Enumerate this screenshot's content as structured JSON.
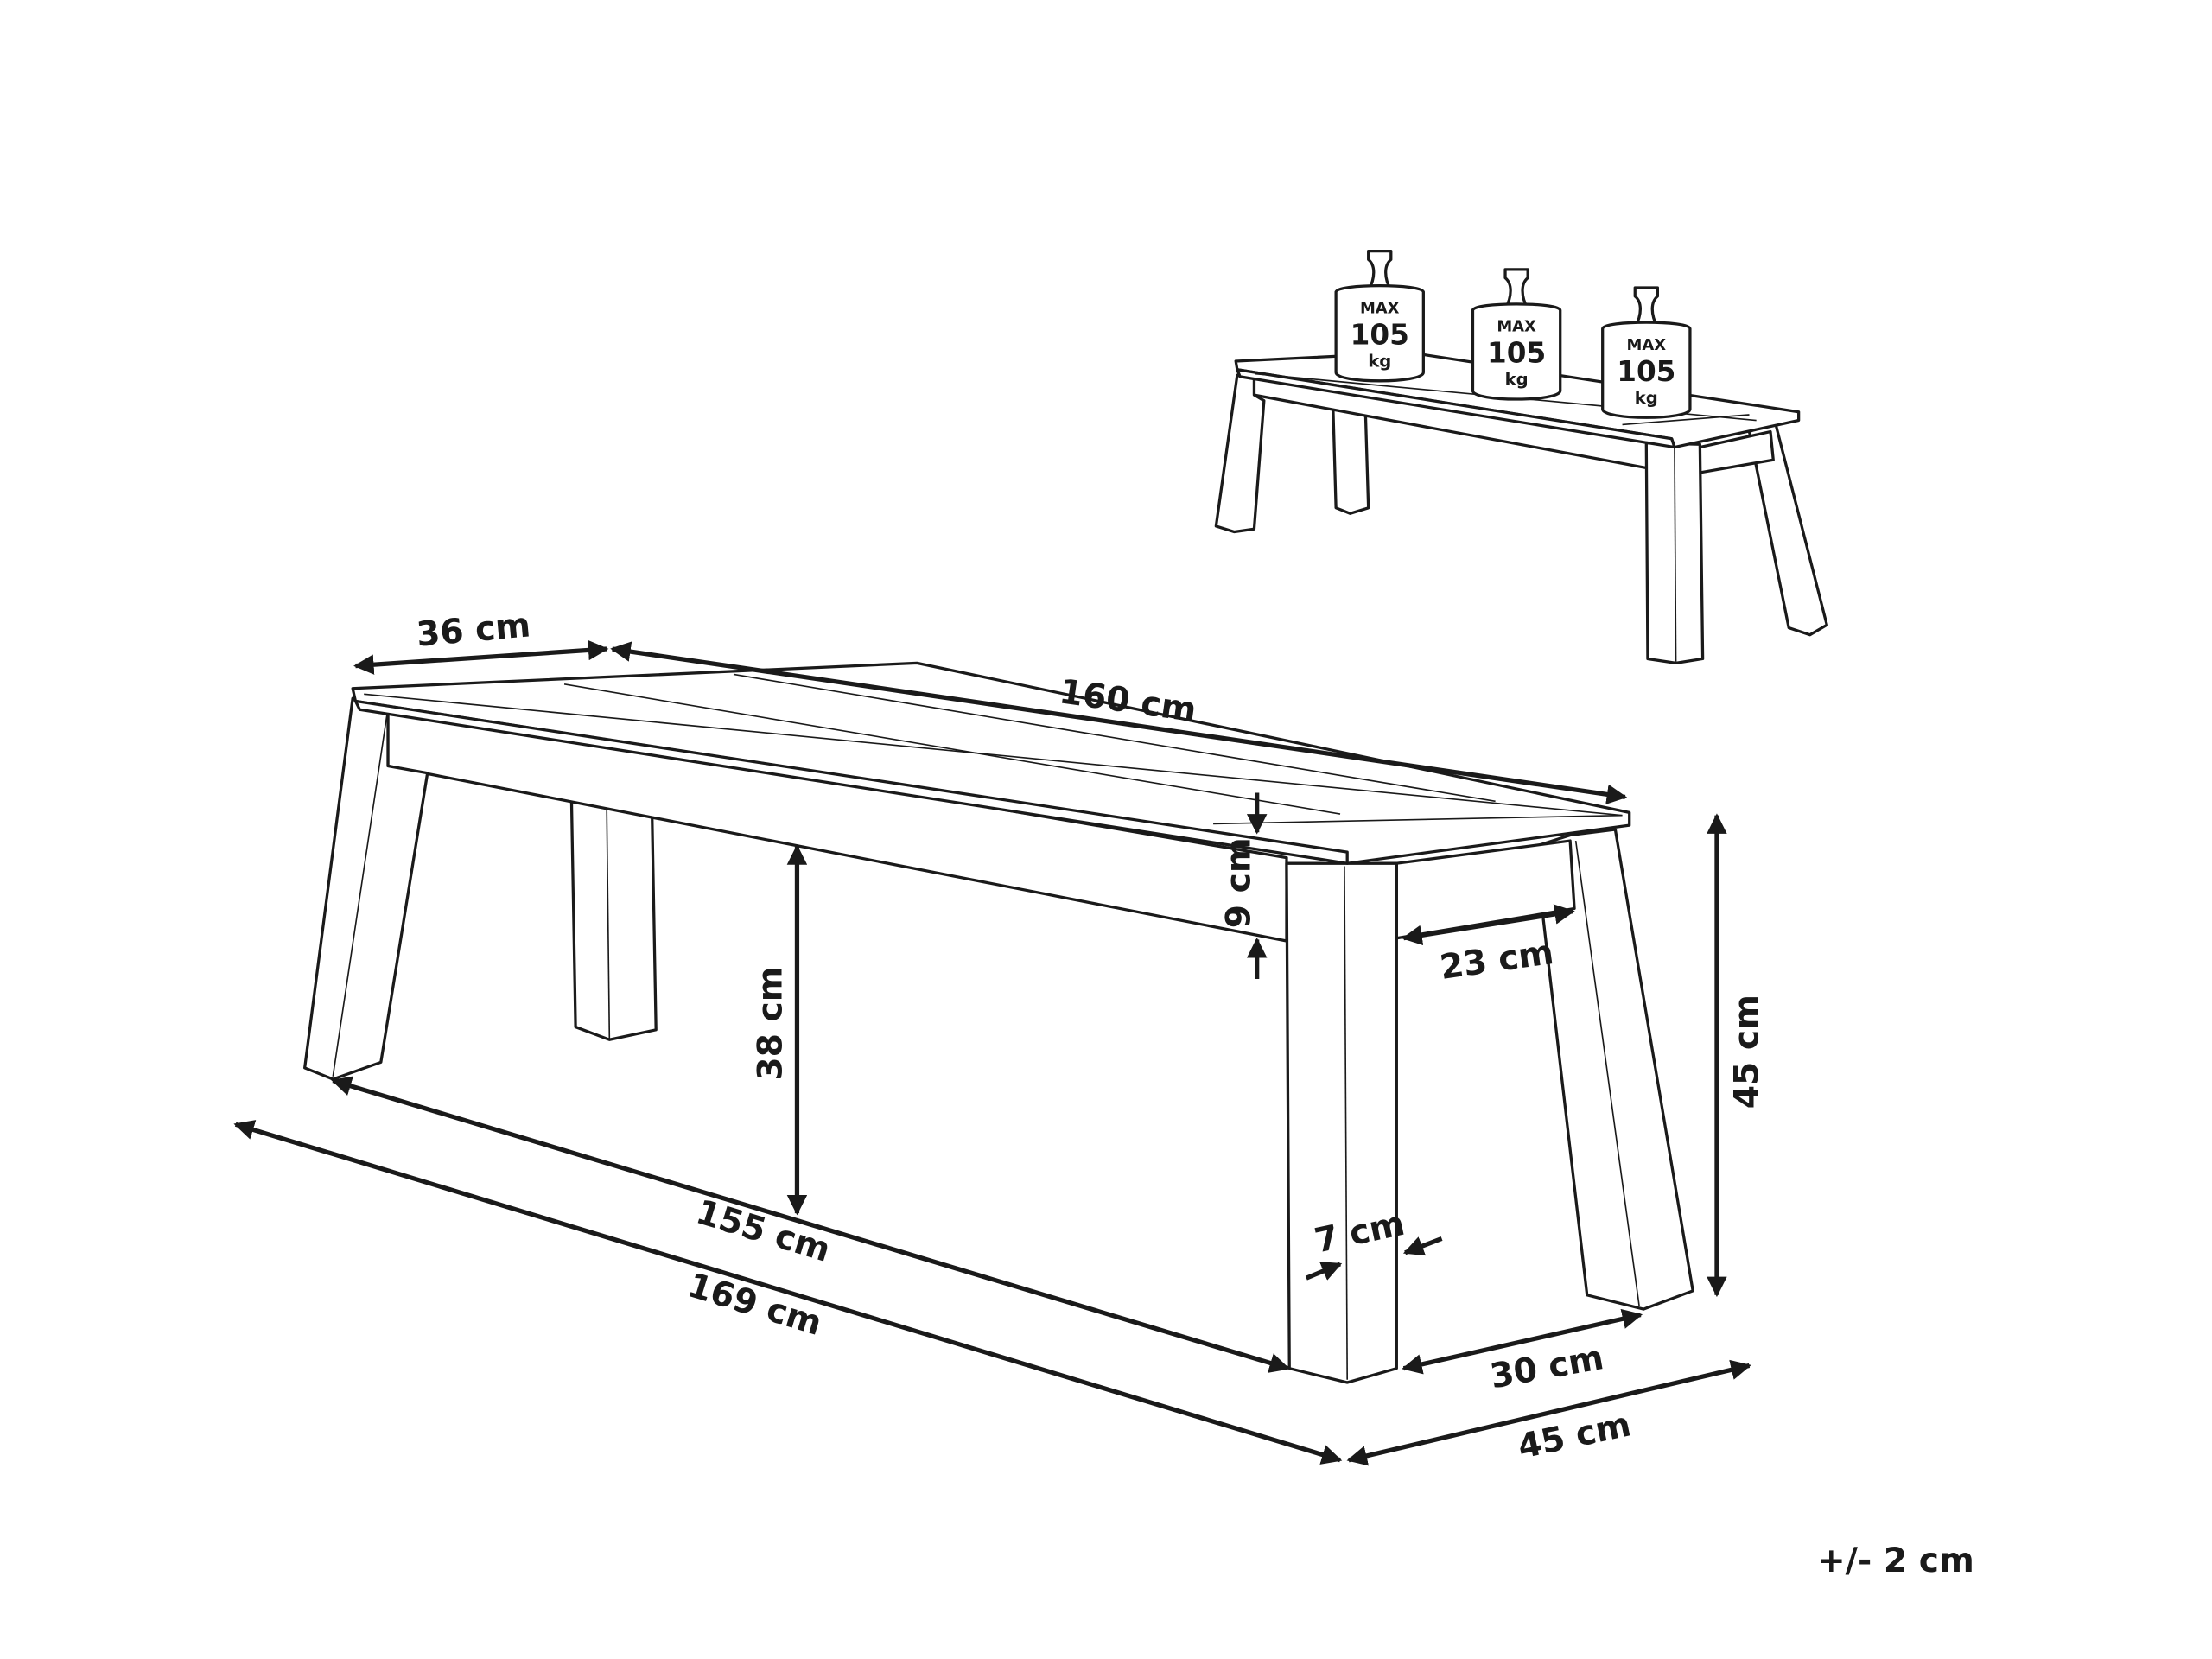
{
  "diagram": {
    "dimensions": {
      "seat_depth": "36 cm",
      "seat_length": "160 cm",
      "apron_height": "9 cm",
      "clearance_height": "38 cm",
      "leg_inset": "23 cm",
      "total_height": "45 cm",
      "inner_leg_span": "155 cm",
      "total_length": "169 cm",
      "leg_width": "7 cm",
      "inner_leg_depth": "30 cm",
      "total_depth": "45 cm"
    },
    "tolerance": "+/- 2 cm",
    "load_weights": [
      {
        "max_label": "MAX",
        "value": "105",
        "unit": "kg"
      },
      {
        "max_label": "MAX",
        "value": "105",
        "unit": "kg"
      },
      {
        "max_label": "MAX",
        "value": "105",
        "unit": "kg"
      }
    ],
    "line_color": "#1a1a1a"
  }
}
